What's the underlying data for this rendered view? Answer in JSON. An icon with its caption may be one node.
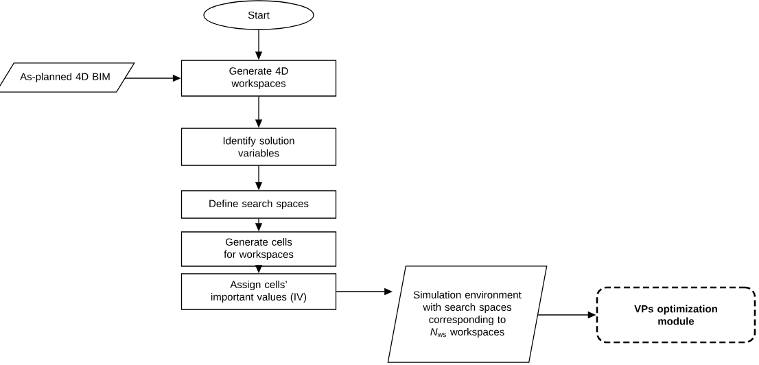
{
  "diagram": {
    "nodes": [
      {
        "text": [
          "Start"
        ]
      },
      {
        "text": [
          "Generate 4D workspaces"
        ]
      },
      {
        "text": [
          "Identify solution variables"
        ]
      },
      {
        "text": [
          "Define search spaces"
        ]
      },
      {
        "text": [
          "Generate cells for workspaces"
        ]
      },
      {
        "text": [
          "Assign cells’ important values (IV)"
        ]
      },
      {
        "text": [
          "As-planned 4D BIM"
        ]
      },
      {
        "text": [
          "Simulation environment with search spaces corresponding to *N*$_{ws}$ workspaces"
        ]
      },
      {
        "text": [
          "VPs optimization module"
        ]
      }
    ],
    "edges": [
      {
        "from": 0,
        "to": 1,
        "arrow": "to"
      },
      {
        "from": 1,
        "to": 2,
        "arrow": "to"
      },
      {
        "from": 2,
        "to": 3,
        "arrow": "to"
      },
      {
        "from": 3,
        "to": 4,
        "arrow": "to"
      },
      {
        "from": 4,
        "to": 5,
        "arrow": "to"
      },
      {
        "from": 6,
        "to": 1,
        "arrow": "to"
      },
      {
        "from": 5,
        "to": 7,
        "arrow": "to"
      },
      {
        "from": 7,
        "to": 8,
        "arrow": "to"
      }
    ]
  }
}
